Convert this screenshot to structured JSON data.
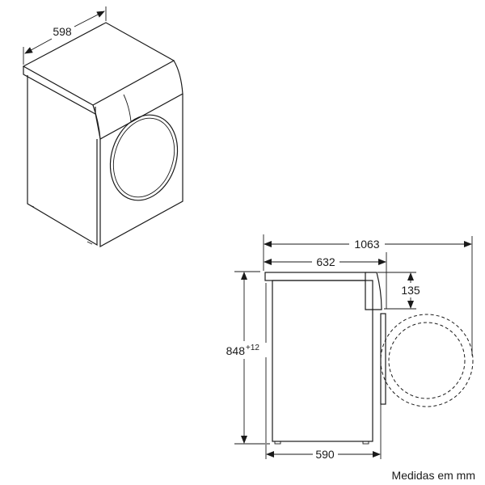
{
  "dimensions": {
    "width": "598",
    "total_depth_door_open": "1063",
    "depth": "632",
    "height": "848",
    "height_tolerance": "+12",
    "panel_height": "135",
    "body_depth": "590"
  },
  "note": "Medidas em mm"
}
